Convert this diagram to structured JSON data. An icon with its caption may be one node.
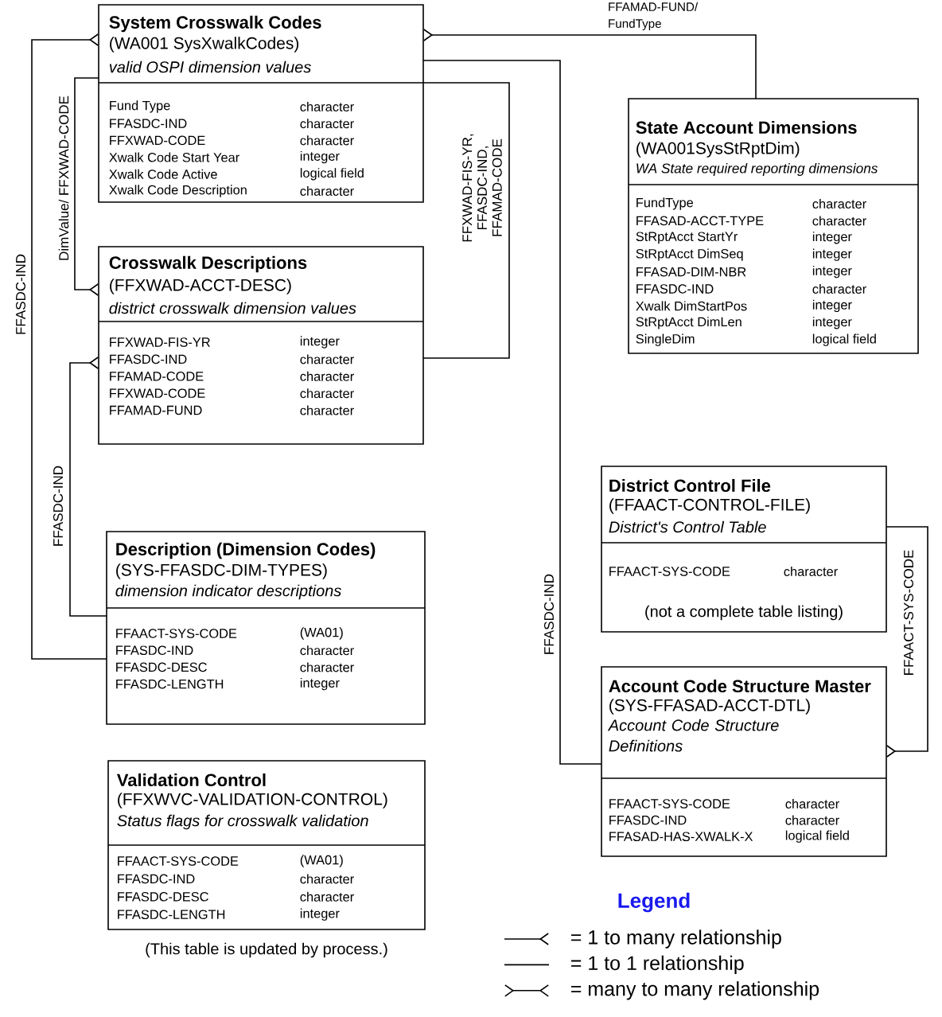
{
  "diagram": {
    "nodes": [
      {
        "text": [
          "System Crosswalk Codes",
          "(WA001 SysXwalkCodes)",
          "valid OSPI dimension values",
          "Fund Type",
          "character",
          "FFASDC-IND",
          "character",
          "FFXWAD-CODE",
          "character",
          "Xwalk Code Start Year",
          "integer",
          "Xwalk Code Active",
          "logical field",
          "Xwalk Code Description",
          "character"
        ]
      },
      {
        "text": [
          "Crosswalk Descriptions",
          "(FFXWAD-ACCT-DESC)",
          "district crosswalk dimension values",
          "FFXWAD-FIS-YR",
          "integer",
          "FFASDC-IND",
          "character",
          "FFAMAD-CODE",
          "character",
          "FFXWAD-CODE",
          "character",
          "FFAMAD-FUND",
          "character"
        ]
      },
      {
        "text": [
          "Description (Dimension Codes)",
          "(SYS-FFASDC-DIM-TYPES)",
          "dimension indicator descriptions",
          "FFAACT-SYS-CODE",
          "(WA01)",
          "FFASDC-IND",
          "character",
          "FFASDC-DESC",
          "character",
          "FFASDC-LENGTH",
          "integer"
        ]
      },
      {
        "text": [
          "Validation Control",
          "(FFXWVC-VALIDATION-CONTROL)",
          "Status flags for crosswalk validation",
          "FFAACT-SYS-CODE",
          "(WA01)",
          "FFASDC-IND",
          "character",
          "FFASDC-DESC",
          "character",
          "FFASDC-LENGTH",
          "integer"
        ],
        "beside": [
          "(This table is updated by process.)"
        ]
      },
      {
        "text": [
          "State Account Dimensions",
          "(WA001SysStRptDim)",
          "WA State required reporting dimensions",
          "FundType",
          "character",
          "FFASAD-ACCT-TYPE",
          "character",
          "StRptAcct StartYr",
          "integer",
          "StRptAcct DimSeq",
          "integer",
          "FFASAD-DIM-NBR",
          "integer",
          "FFASDC-IND",
          "character",
          "Xwalk DimStartPos",
          "integer",
          "StRptAcct DimLen",
          "integer",
          "SingleDim",
          "logical field"
        ]
      },
      {
        "text": [
          "District Control File",
          "(FFAACT-CONTROL-FILE)",
          "District's Control Table",
          "FFAACT-SYS-CODE",
          "character",
          "(not a complete table listing)"
        ]
      },
      {
        "text": [
          "Account Code Structure Master",
          "(SYS-FFASAD-ACCT-DTL)",
          "Account Code Structure Definitions",
          "FFAACT-SYS-CODE",
          "character",
          "FFASDC-IND",
          "character",
          "FFASAD-HAS-XWALK-X",
          "logical field"
        ]
      }
    ],
    "edges": [
      {
        "from": 2,
        "to": 0,
        "arrow": "other",
        "label": "FFASDC-IND"
      },
      {
        "from": 0,
        "to": 1,
        "arrow": "other",
        "label": "DimValue/ FFXWAD-CODE"
      },
      {
        "from": 2,
        "to": 1,
        "arrow": "other",
        "label": "FFASDC-IND"
      },
      {
        "from": 4,
        "to": 0,
        "arrow": "other",
        "label": "FFAMAD-FUND/ FundType"
      },
      {
        "from": 0,
        "to": 6,
        "arrow": "none",
        "label": "FFASDC-IND"
      },
      {
        "from": 0,
        "to": 1,
        "arrow": "none",
        "label": "FFXWAD-FIS-YR, FFASDC-IND, FFAMAD-CODE"
      },
      {
        "from": 5,
        "to": 6,
        "arrow": "other",
        "label": "FFAACT-SYS-CODE"
      }
    ],
    "labels": [
      "Legend"
    ],
    "legend": [
      {
        "text": "= 1 to many relationship"
      },
      {
        "text": "= 1 to 1 relationship"
      },
      {
        "text": "= many to many relationship"
      }
    ]
  }
}
